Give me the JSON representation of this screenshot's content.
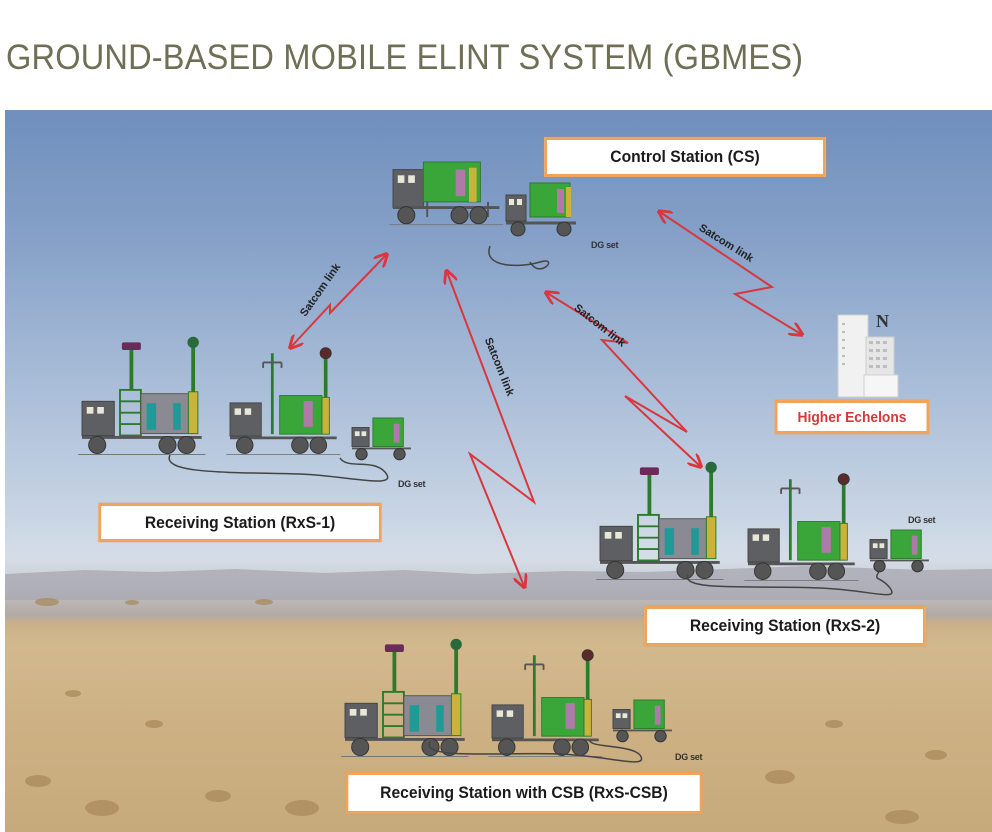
{
  "title": "GROUND-BASED MOBILE ELINT SYSTEM (GBMES)",
  "colors": {
    "title_text": "#6f6f55",
    "link_arrow": "#d9363e",
    "label_border": "#f0a35a",
    "higher_echelons_text": "#d23a3a",
    "vehicle_body": "#5e5f63",
    "shelter_green": "#3aa63a",
    "door_pink": "#b07aa8",
    "door_teal": "#1f9a97"
  },
  "nodes": {
    "control_station": {
      "label": "Control Station (CS)",
      "dg_label": "DG set"
    },
    "higher_echelons": {
      "label": "Higher Echelons",
      "icon": "building-icon"
    },
    "rxs1": {
      "label": "Receiving Station (RxS-1)",
      "dg_label": "DG set"
    },
    "rxs2": {
      "label": "Receiving Station (RxS-2)",
      "dg_label": "DG set"
    },
    "rxs_csb": {
      "label": "Receiving Station with CSB (RxS-CSB)",
      "dg_label": "DG set"
    }
  },
  "links": [
    {
      "from": "Control Station (CS)",
      "to": "Receiving Station (RxS-1)",
      "label": "Satcom link"
    },
    {
      "from": "Control Station (CS)",
      "to": "Receiving Station with CSB (RxS-CSB)",
      "label": "Satcom link"
    },
    {
      "from": "Control Station (CS)",
      "to": "Receiving Station (RxS-2)",
      "label": "Satcom link"
    },
    {
      "from": "Control Station (CS)",
      "to": "Higher Echelons",
      "label": "Satcom link"
    }
  ]
}
